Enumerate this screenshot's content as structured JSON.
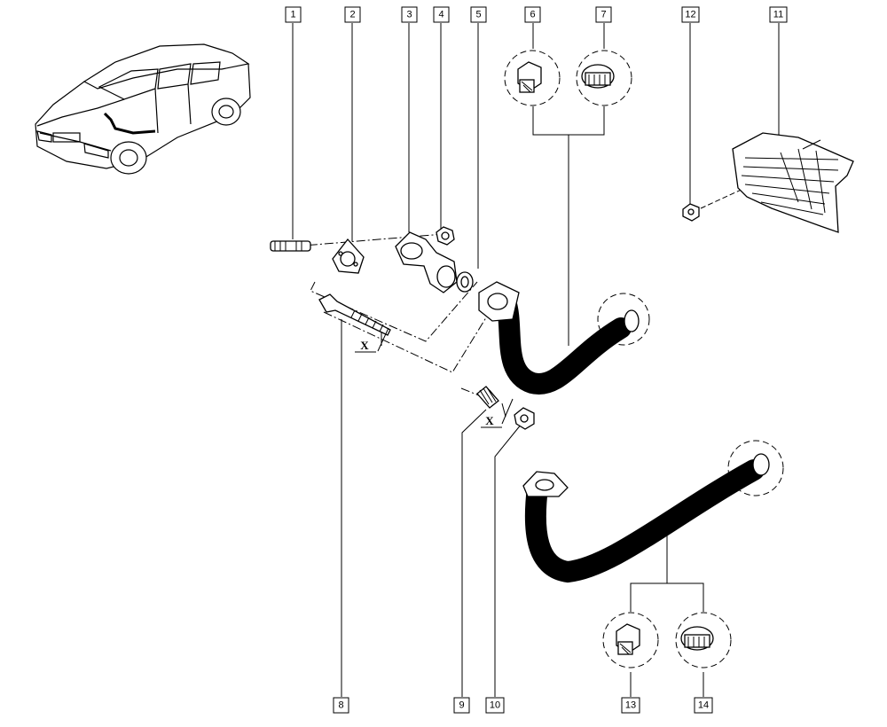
{
  "diagram": {
    "callouts": {
      "c1": "1",
      "c2": "2",
      "c3": "3",
      "c4": "4",
      "c5": "5",
      "c6": "6",
      "c7": "7",
      "c8": "8",
      "c9": "9",
      "c10": "10",
      "c11": "11",
      "c12": "12",
      "c13": "13",
      "c14": "14"
    },
    "dimension_markers": {
      "x_left": "X",
      "x_right": "X"
    }
  }
}
